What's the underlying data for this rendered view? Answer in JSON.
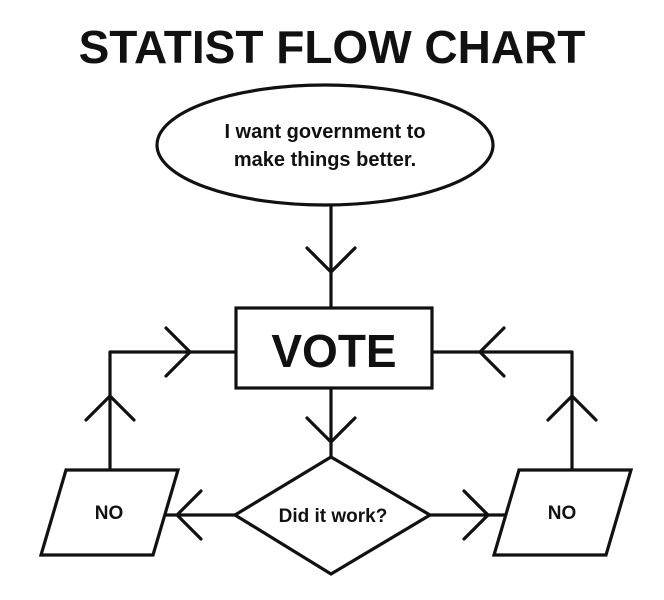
{
  "title": "STATIST FLOW CHART",
  "nodes": {
    "start": {
      "line1": "I want government to",
      "line2": "make things better."
    },
    "vote": {
      "label": "VOTE"
    },
    "decision": {
      "label": "Did it work?"
    },
    "no_left": {
      "label": "NO"
    },
    "no_right": {
      "label": "NO"
    }
  },
  "colors": {
    "ink": "#111111",
    "background": "#ffffff"
  }
}
